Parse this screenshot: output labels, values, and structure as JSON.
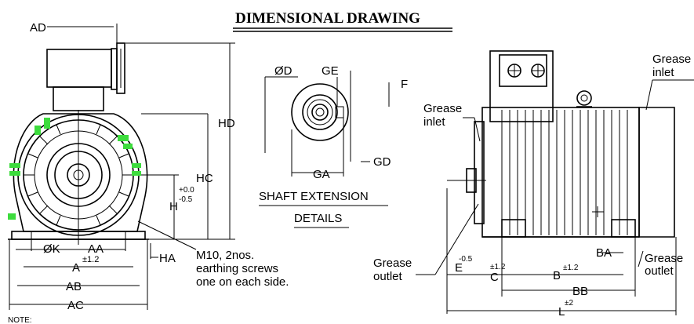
{
  "title": "DIMENSIONAL DRAWING",
  "shaft_caption_1": "SHAFT EXTENSION",
  "shaft_caption_2": "DETAILS",
  "front_labels": {
    "ad": "AD",
    "hd": "HD",
    "hc": "HC",
    "h": "H",
    "h_tol_plus": "+0.0",
    "h_tol_minus": "-0.5",
    "phik": "ØK",
    "aa": "AA",
    "ha": "HA",
    "a": "A",
    "a_tol": "±1.2",
    "ab": "AB",
    "ac": "AC"
  },
  "shaft_labels": {
    "phid": "ØD",
    "ge": "GE",
    "f": "F",
    "gd": "GD",
    "ga": "GA"
  },
  "earthing_note": [
    "M10, 2nos.",
    "earthing screws",
    "one on each side."
  ],
  "side_labels": {
    "grease_inlet_left": [
      "Grease",
      "inlet"
    ],
    "grease_inlet_right": [
      "Grease",
      "inlet"
    ],
    "grease_outlet_left": [
      "Grease",
      "outlet"
    ],
    "grease_outlet_right": [
      "Grease",
      "outlet"
    ],
    "e": "E",
    "e_tol": "-0.5",
    "c": "C",
    "c_tol": "±1.2",
    "b": "B",
    "b_tol": "±1.2",
    "ba": "BA",
    "bb": "BB",
    "l": "L",
    "l_tol": "±2"
  },
  "note": "NOTE:",
  "colors": {
    "highlight": "#3ddc3d",
    "line": "#000000"
  }
}
